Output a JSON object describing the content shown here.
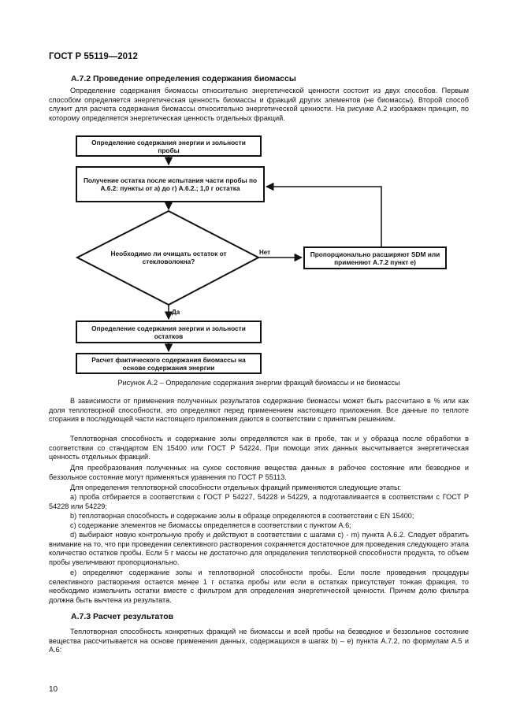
{
  "header": {
    "doc_code": "ГОСТ Р 55119—2012"
  },
  "section_a72": {
    "title": "А.7.2 Проведение определения содержания биомассы",
    "intro": "Определение содержания биомассы относительно энергетической ценности состоит из двух способов. Первым способом определяется энергетическая ценность биомассы и фракций других элементов (не биомассы). Второй способ служит для расчета содержания биомассы относительно энергетической ценности. На рисунке А.2 изображен принцип, по которому определяется энергетическая ценность отдельных фракций."
  },
  "flowchart": {
    "box1": "Определение содержания энергии и зольности пробы",
    "box2": "Получение остатка после испытания части пробы по А.6.2: пункты от а) до г) А.6.2.; 1,0 г остатка",
    "decision": "Необходимо ли очищать остаток от стекловолокна?",
    "no_label": "Нет",
    "yes_label": "Да",
    "side_box": "Пропорционально расширяют SDM или применяют А.7.2 пункт е)",
    "box3": "Определение содержания энергии и зольности остатков",
    "box4": "Расчет фактического содержания биомассы на основе содержания энергии"
  },
  "figure_caption": "Рисунок А.2 – Определение содержания энергии фракций биомассы и не биомассы",
  "paragraphs": {
    "p1": "В зависимости от применения полученных результатов содержание биомассы может быть рассчитано в % или как доля теплотворной способности, это определяют перед применением настоящего приложения. Все данные по теплоте сгорания в последующей части настоящего приложения даются в соответствии с принятым решением.",
    "p2": "Теплотворная способность и содержание золы определяются как в пробе, так и у образца после обработки в соответствии со стандартом EN 15400 или ГОСТ Р 54224. При помощи этих данных высчитывается энергетическая ценность отдельных фракций.",
    "p3": "Для преобразования полученных на сухое состояние вещества данных в рабочее состояние или безводное и беззольное состояние могут применяться уравнения по ГОСТ Р 55113.",
    "p4": "Для определения теплотворной способности отдельных фракций применяются следующие этапы:",
    "step_a": "а) проба отбирается в соответствии с ГОСТ Р 54227, 54228 и 54229, а подготавливается в соответствии с ГОСТ Р 54228 или 54229;",
    "step_b": "b) теплотворная способность и содержание золы в образце определяются в соответствии с EN 15400;",
    "step_c": "c) содержание элементов не биомассы определяется в соответствии с пунктом А.6;",
    "step_d": "d) выбирают новую контрольную пробу и действуют в соответствии с шагами с) - m) пункта А.6.2. Следует обратить внимание на то, что при проведении селективного растворения сохраняется достаточное для проведения следующего этапа количество остатков пробы. Если 5 г массы не достаточно для определения теплотворной способности продукта, то объем пробы увеличивают пропорционально.",
    "step_e": "е) определяют содержание золы и теплотворной способности пробы. Если после проведения процедуры селективного растворения остается менее 1 г остатка пробы или если в остатках присутствует тонкая фракция, то необходимо измельчить остатки вместе с фильтром для определения энергетической ценности. Причем долю фильтра должна быть вычтена из результата."
  },
  "section_a73": {
    "title": "А.7.3 Расчет результатов",
    "text": "Теплотворная способность конкретных фракций не биомассы и всей пробы на безводное и беззольное состояние вещества рассчитывается на основе применения данных, содержащихся в шагах b) – e) пункта А.7.2, по формулам А.5 и А.6:"
  },
  "footer": {
    "page_number": "10"
  }
}
